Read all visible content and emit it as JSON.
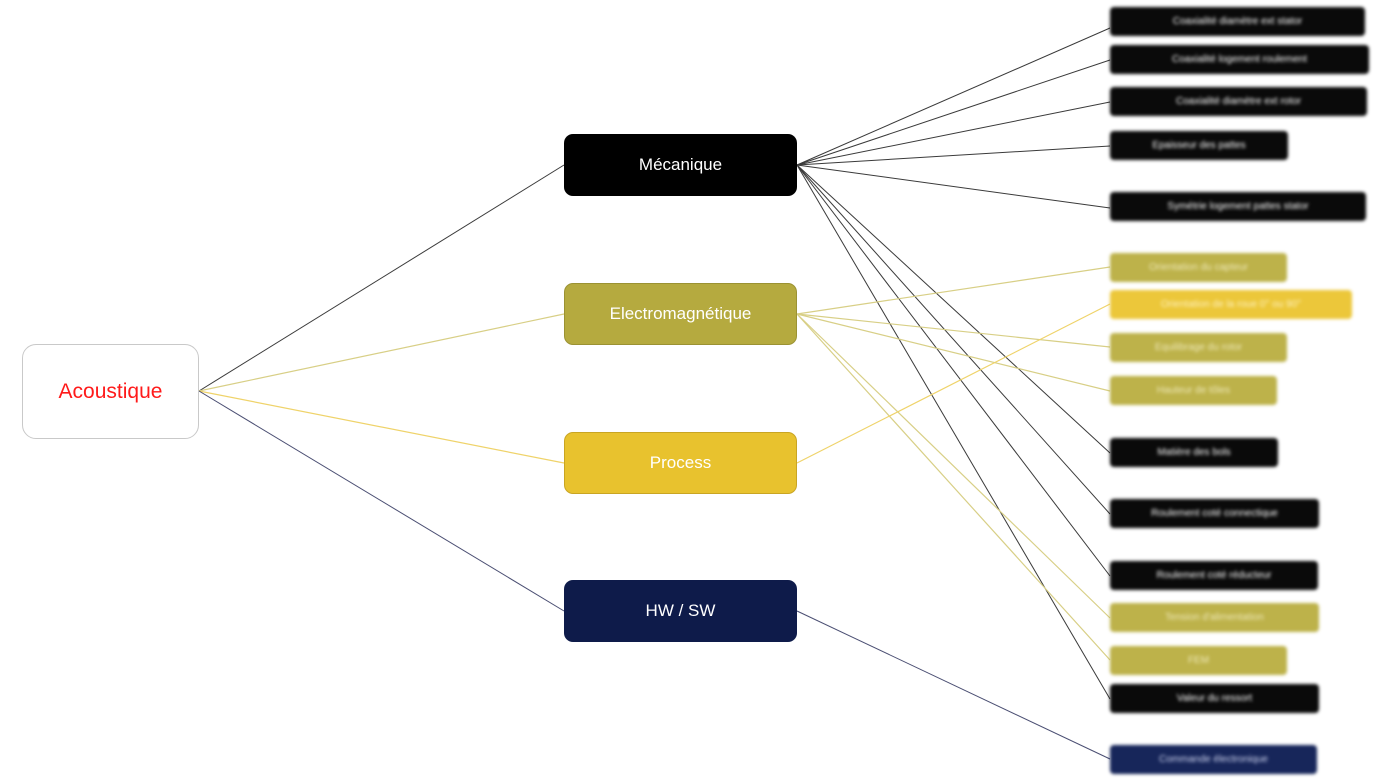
{
  "root": {
    "label": "Acoustique",
    "color": "#ff1a1a"
  },
  "branches": {
    "mecanique": {
      "label": "Mécanique",
      "color": "#000000"
    },
    "electromagnetique": {
      "label": "Electromagnétique",
      "color": "#b5aa3f"
    },
    "process": {
      "label": "Process",
      "color": "#e8c22e"
    },
    "hwsw": {
      "label": "HW / SW",
      "color": "#0e1b4a"
    }
  },
  "leaves": [
    {
      "label": "Coaxialité diamètre ext stator",
      "branch": "mecanique"
    },
    {
      "label": "Coaxialité logement roulement",
      "branch": "mecanique"
    },
    {
      "label": "Coaxialité diamètre ext rotor",
      "branch": "mecanique"
    },
    {
      "label": "Epaisseur des pattes",
      "branch": "mecanique"
    },
    {
      "label": "Symétrie logement pattes stator",
      "branch": "mecanique"
    },
    {
      "label": "Orientation du capteur",
      "branch": "electromagnetique"
    },
    {
      "label": "Orientation de la roue 0° ou 90°",
      "branch": "process"
    },
    {
      "label": "Equilibrage du rotor",
      "branch": "electromagnetique"
    },
    {
      "label": "Hauteur de tôles",
      "branch": "electromagnetique"
    },
    {
      "label": "Matière des bols",
      "branch": "mecanique"
    },
    {
      "label": "Roulement coté connectique",
      "branch": "mecanique"
    },
    {
      "label": "Roulement coté réducteur",
      "branch": "mecanique"
    },
    {
      "label": "Tension d'alimentation",
      "branch": "electromagnetique"
    },
    {
      "label": "FEM",
      "branch": "electromagnetique"
    },
    {
      "label": "Valeur du ressort",
      "branch": "mecanique"
    },
    {
      "label": "Commande électronique",
      "branch": "hwsw"
    }
  ],
  "colors": {
    "line_black": "#3a3a3a",
    "line_olive": "#d8cf86",
    "line_gold": "#efd36a",
    "line_navy": "#4a4e72"
  }
}
